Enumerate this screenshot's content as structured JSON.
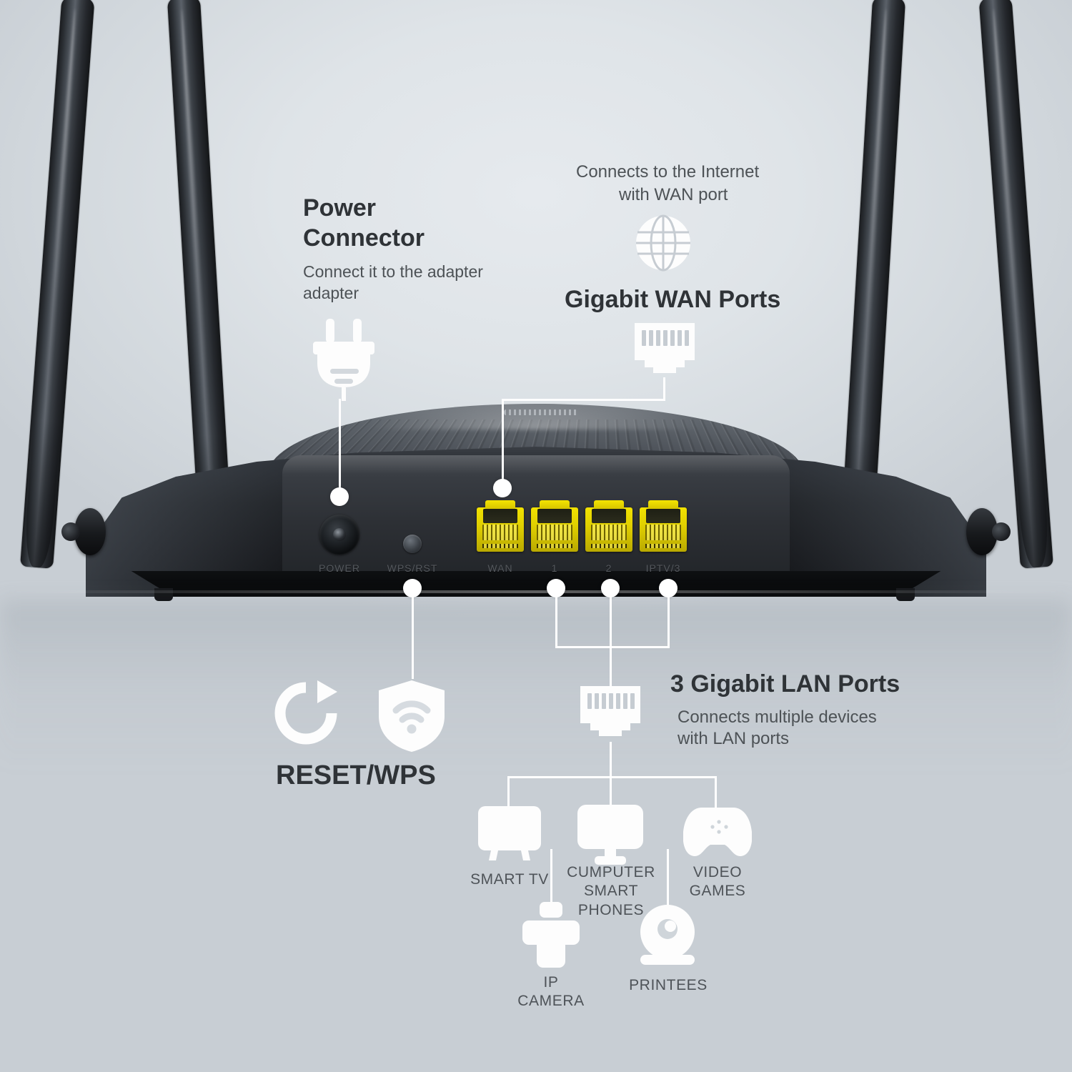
{
  "product": {
    "type": "wireless-router",
    "antenna_count": 4
  },
  "router_port_labels": [
    {
      "id": "power",
      "text": "POWER"
    },
    {
      "id": "wps-rst",
      "text": "WPS/RST"
    },
    {
      "id": "wan",
      "text": "WAN"
    },
    {
      "id": "lan1",
      "text": "1"
    },
    {
      "id": "lan2",
      "text": "2"
    },
    {
      "id": "iptv3",
      "text": "IPTV/3"
    }
  ],
  "callouts": {
    "power": {
      "title_line1": "Power",
      "title_line2": "Connector",
      "desc_line1": "Connect it to the adapter",
      "desc_line2": "adapter",
      "icon": "power-plug-icon"
    },
    "wan": {
      "desc_line1": "Connects to the Internet",
      "desc_line2": "with WAN port",
      "globe_icon": "globe-icon",
      "title": "Gigabit WAN Ports",
      "port_icon": "rj45-port-icon"
    },
    "reset_wps": {
      "title": "RESET/WPS",
      "reset_icon": "reset-arrow-icon",
      "wps_icon": "wifi-shield-icon"
    },
    "lan": {
      "title": "3 Gigabit LAN Ports",
      "desc_line1": "Connects multiple devices",
      "desc_line2": "with LAN ports",
      "port_icon": "rj45-port-icon"
    }
  },
  "devices": [
    {
      "id": "smart-tv",
      "label": "SMART TV",
      "icon": "tv-icon"
    },
    {
      "id": "computer",
      "label": "CUMPUTER\nSMART PHONES",
      "icon": "monitor-icon"
    },
    {
      "id": "video-games",
      "label": "VIDEO\nGAMES",
      "icon": "gamepad-icon"
    },
    {
      "id": "ip-camera",
      "label": "IP\nCAMERA",
      "icon": "printer-icon"
    },
    {
      "id": "printees",
      "label": "PRINTEES",
      "icon": "camera-icon"
    }
  ],
  "colors": {
    "background_light": "#e6eaee",
    "background_dark": "#c8ced4",
    "router_body": "#212428",
    "port_yellow": "#e8d800",
    "callout_white": "#ffffff",
    "heading_text": "#2f3337",
    "body_text": "#4d5256"
  }
}
